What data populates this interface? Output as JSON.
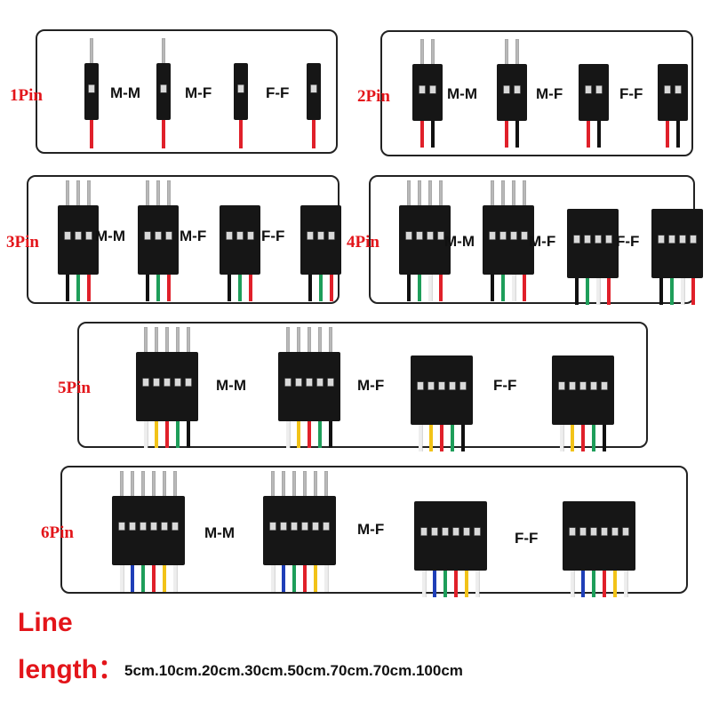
{
  "rows": [
    {
      "pins": 1,
      "label": "1Pin",
      "types": [
        "M-M",
        "M-F",
        "F-F"
      ],
      "wire_colors": [
        "#e0202a"
      ]
    },
    {
      "pins": 2,
      "label": "2Pin",
      "types": [
        "M-M",
        "M-F",
        "F-F"
      ],
      "wire_colors": [
        "#e0202a",
        "#111111"
      ]
    },
    {
      "pins": 3,
      "label": "3Pin",
      "types": [
        "M-M",
        "M-F",
        "F-F"
      ],
      "wire_colors": [
        "#111111",
        "#1e9e5a",
        "#e0202a"
      ]
    },
    {
      "pins": 4,
      "label": "4Pin",
      "types": [
        "M-M",
        "M-F",
        "F-F"
      ],
      "wire_colors": [
        "#111111",
        "#1e9e5a",
        "#eeeeee",
        "#e0202a"
      ]
    },
    {
      "pins": 5,
      "label": "5Pin",
      "types": [
        "M-M",
        "M-F",
        "F-F"
      ],
      "wire_colors": [
        "#eeeeee",
        "#f2c318",
        "#e0202a",
        "#1e9e5a",
        "#111111"
      ]
    },
    {
      "pins": 6,
      "label": "6Pin",
      "types": [
        "M-M",
        "M-F",
        "F-F"
      ],
      "wire_colors": [
        "#eeeeee",
        "#1f3fb8",
        "#1e9e5a",
        "#e0202a",
        "#f2c318",
        "#eeeeee"
      ]
    }
  ],
  "footer": {
    "line_word": "Line",
    "length_word": "length：",
    "lengths": "5cm.10cm.20cm.30cm.50cm.70cm.70cm.100cm"
  },
  "colors": {
    "label_red": "#e3151a",
    "connector_black": "#161616",
    "pin_silver": "#b9b9b9"
  },
  "icons": {
    "male_connector": "male-connector-icon",
    "female_connector": "female-connector-icon"
  }
}
